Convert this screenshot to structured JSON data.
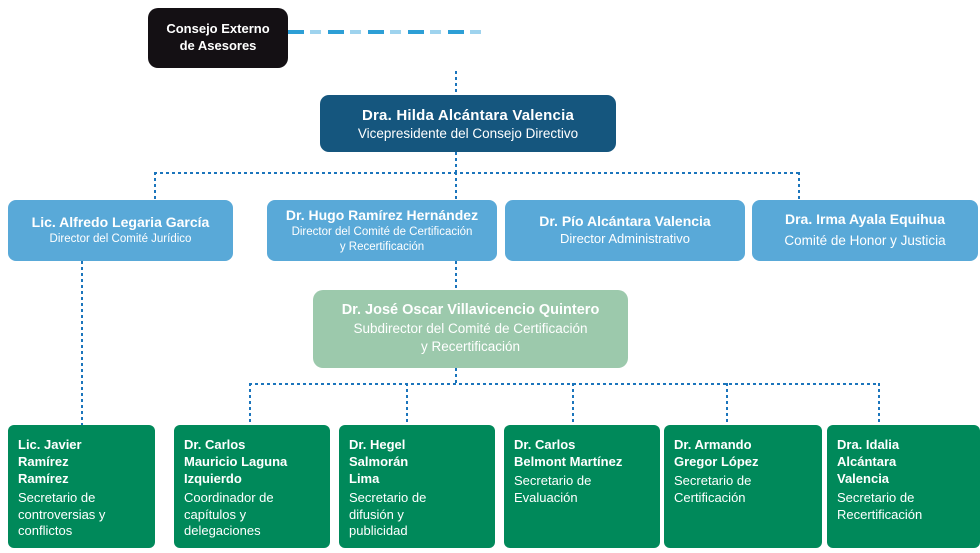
{
  "colors": {
    "navy": "#15567E",
    "blue": "#59A9D8",
    "lightgreen": "#9CC9AC",
    "green": "#00895A",
    "black": "#141014",
    "connector": "#1B75BC",
    "dash1": "#2D9FD6",
    "dash2": "#9ED3EE"
  },
  "advisory": {
    "label": "Consejo Externo\nde Asesores"
  },
  "root": {
    "name": "Dra. Hilda Alcántara Valencia",
    "title": "Vicepresidente del Consejo Directivo"
  },
  "directors": [
    {
      "name": "Lic. Alfredo Legaria García",
      "title": "Director del Comité Jurídico"
    },
    {
      "name": "Dr. Hugo Ramírez Hernández",
      "title": "Director del Comité de Certificación\ny Recertificación"
    },
    {
      "name": "Dr. Pío Alcántara Valencia",
      "title": "Director Administrativo"
    },
    {
      "name": "Dra. Irma Ayala Equihua",
      "title": "Comité de Honor y Justicia"
    }
  ],
  "subdirector": {
    "name": "Dr. José Oscar Villavicencio Quintero",
    "title": "Subdirector del Comité de Certificación\ny Recertificación"
  },
  "secretaries": [
    {
      "name": "Lic. Javier\nRamírez\nRamírez",
      "title": "Secretario de\ncontroversias y\nconflictos"
    },
    {
      "name": "Dr. Carlos\nMauricio Laguna\nIzquierdo",
      "title": "Coordinador de\ncapítulos y\ndelegaciones"
    },
    {
      "name": "Dr. Hegel\nSalmorán\nLima",
      "title": "Secretario de\ndifusión y\npublicidad"
    },
    {
      "name": "Dr. Carlos\nBelmont Martínez",
      "title": "Secretario de\nEvaluación"
    },
    {
      "name": "Dr. Armando\nGregor López",
      "title": "Secretario de\nCertificación"
    },
    {
      "name": "Dra. Idalia\nAlcántara\nValencia",
      "title": "Secretario de\nRecertificación"
    }
  ]
}
